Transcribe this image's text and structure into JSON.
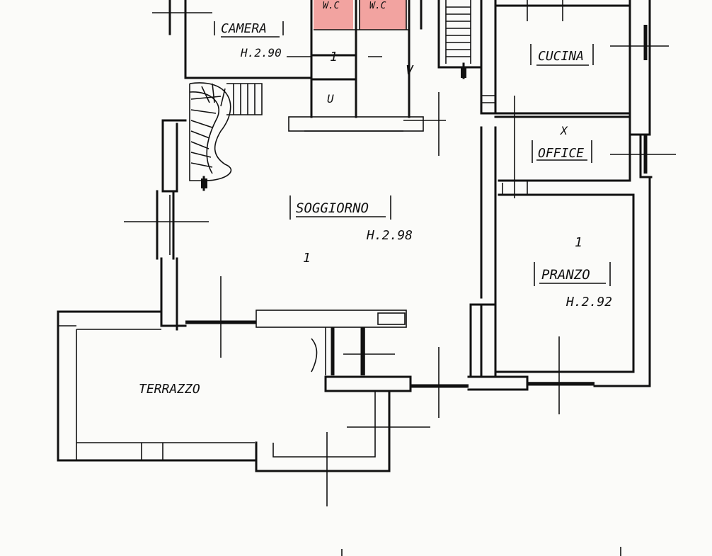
{
  "rooms": {
    "camera": {
      "name": "CAMERA",
      "height": "H.2.90"
    },
    "wc_left": {
      "name": "W.C"
    },
    "wc_right": {
      "name": "W.C"
    },
    "cucina": {
      "name": "CUCINA"
    },
    "office": {
      "name": "OFFICE"
    },
    "soggiorno": {
      "name": "SOGGIORNO",
      "height": "H.2.98"
    },
    "pranzo": {
      "name": "PRANZO",
      "height": "H.2.92"
    },
    "terrazzo": {
      "name": "TERRAZZO"
    }
  },
  "marks": {
    "m1": "1",
    "m2": "U",
    "m3": "V",
    "m4": "X",
    "m5": "1",
    "m6": "1"
  },
  "colors": {
    "wc_fill": "#f2a3a0",
    "ink": "#111111",
    "paper": "#fbfbf9"
  }
}
